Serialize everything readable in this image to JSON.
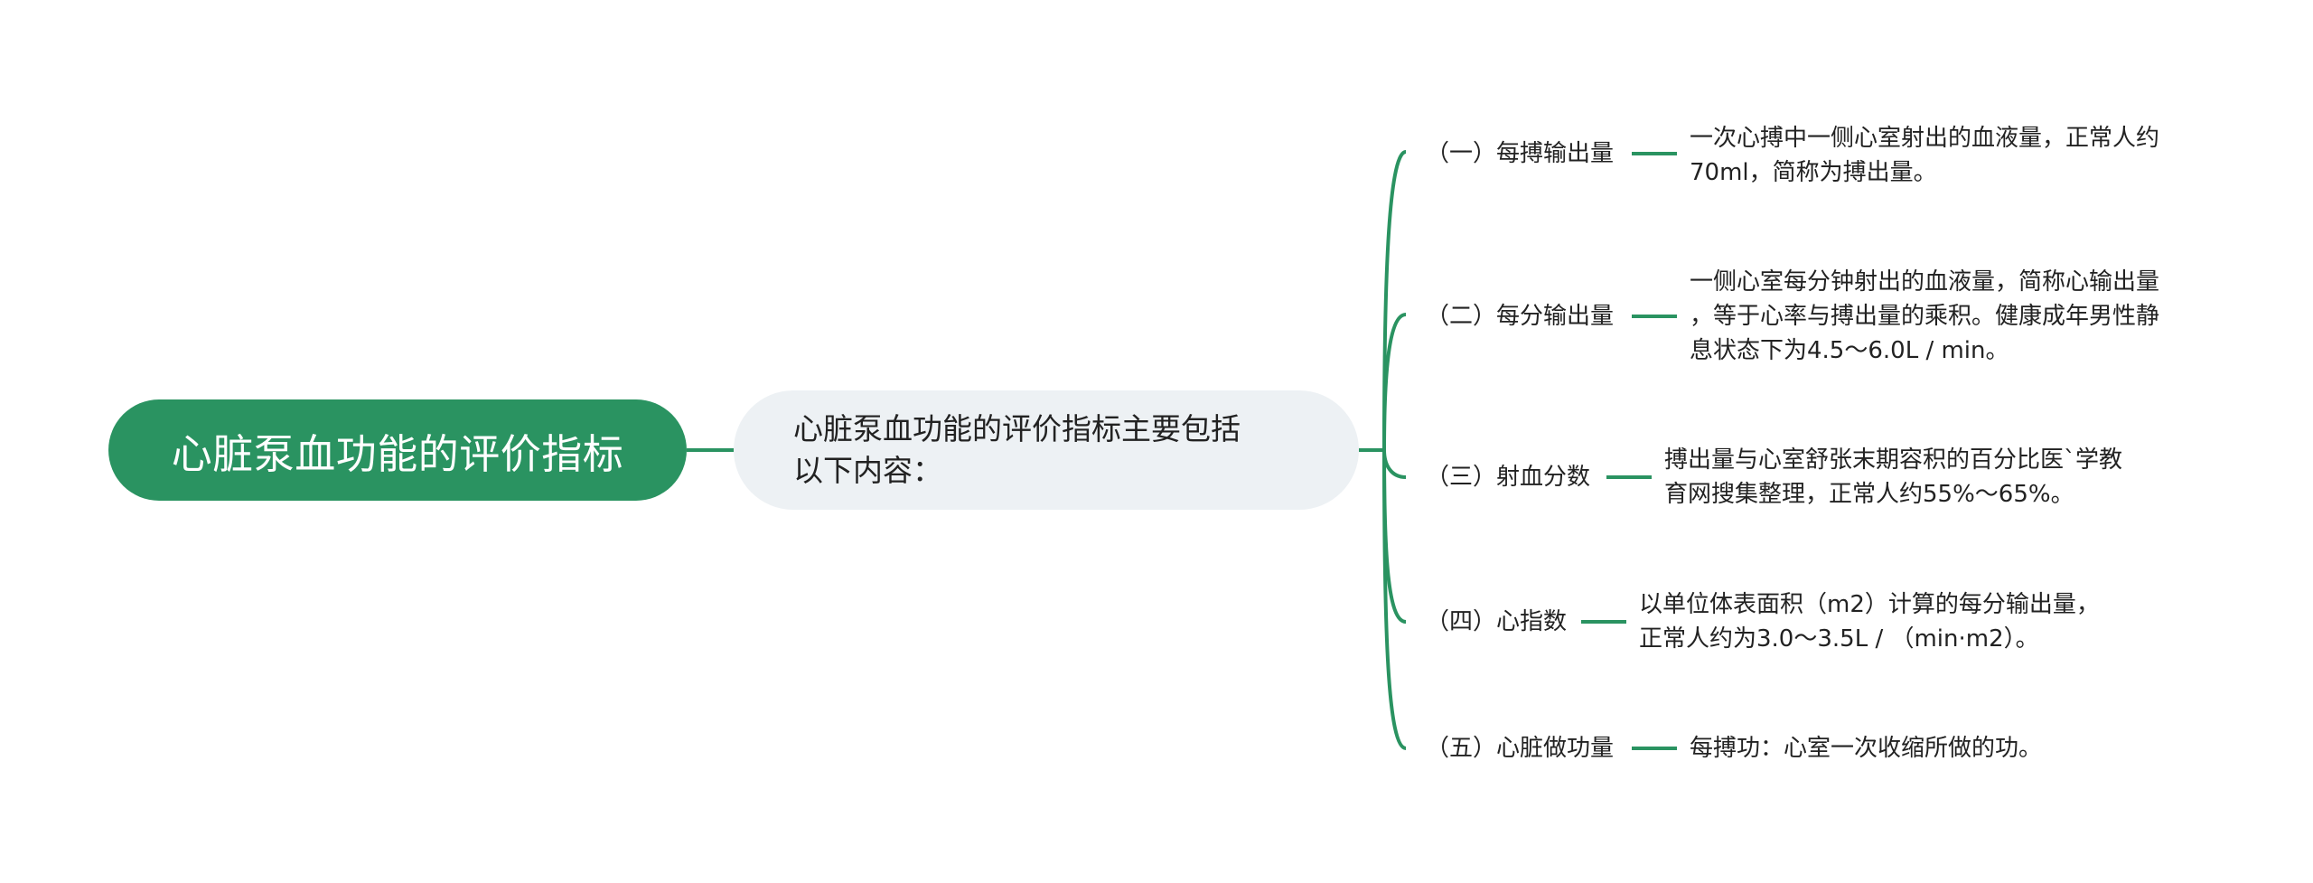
{
  "colors": {
    "root_fill": "#2a9361",
    "connector": "#2a9361",
    "middle_fill": "#edf1f4",
    "text": "#222222",
    "root_text": "#ffffff"
  },
  "root": {
    "label": "心脏泵血功能的评价指标"
  },
  "middle": {
    "line1": "心脏泵血功能的评价指标主要包括",
    "line2": "以下内容："
  },
  "branches": [
    {
      "label": "（一）每搏输出量",
      "lines": [
        "一次心搏中一侧心室射出的血液量，正常人约",
        "70ml，简称为搏出量。"
      ]
    },
    {
      "label": "（二）每分输出量",
      "lines": [
        "一侧心室每分钟射出的血液量，简称心输出量",
        "，等于心率与搏出量的乘积。健康成年男性静",
        "息状态下为4.5～6.0L / min。"
      ]
    },
    {
      "label": "（三）射血分数",
      "lines": [
        "搏出量与心室舒张末期容积的百分比医`学教",
        "育网搜集整理，正常人约55%～65%。"
      ]
    },
    {
      "label": "（四）心指数",
      "lines": [
        "以单位体表面积（m2）计算的每分输出量，",
        "正常人约为3.0～3.5L / （min·m2）。"
      ]
    },
    {
      "label": "（五）心脏做功量",
      "lines": [
        "每搏功：心室一次收缩所做的功。"
      ]
    }
  ]
}
